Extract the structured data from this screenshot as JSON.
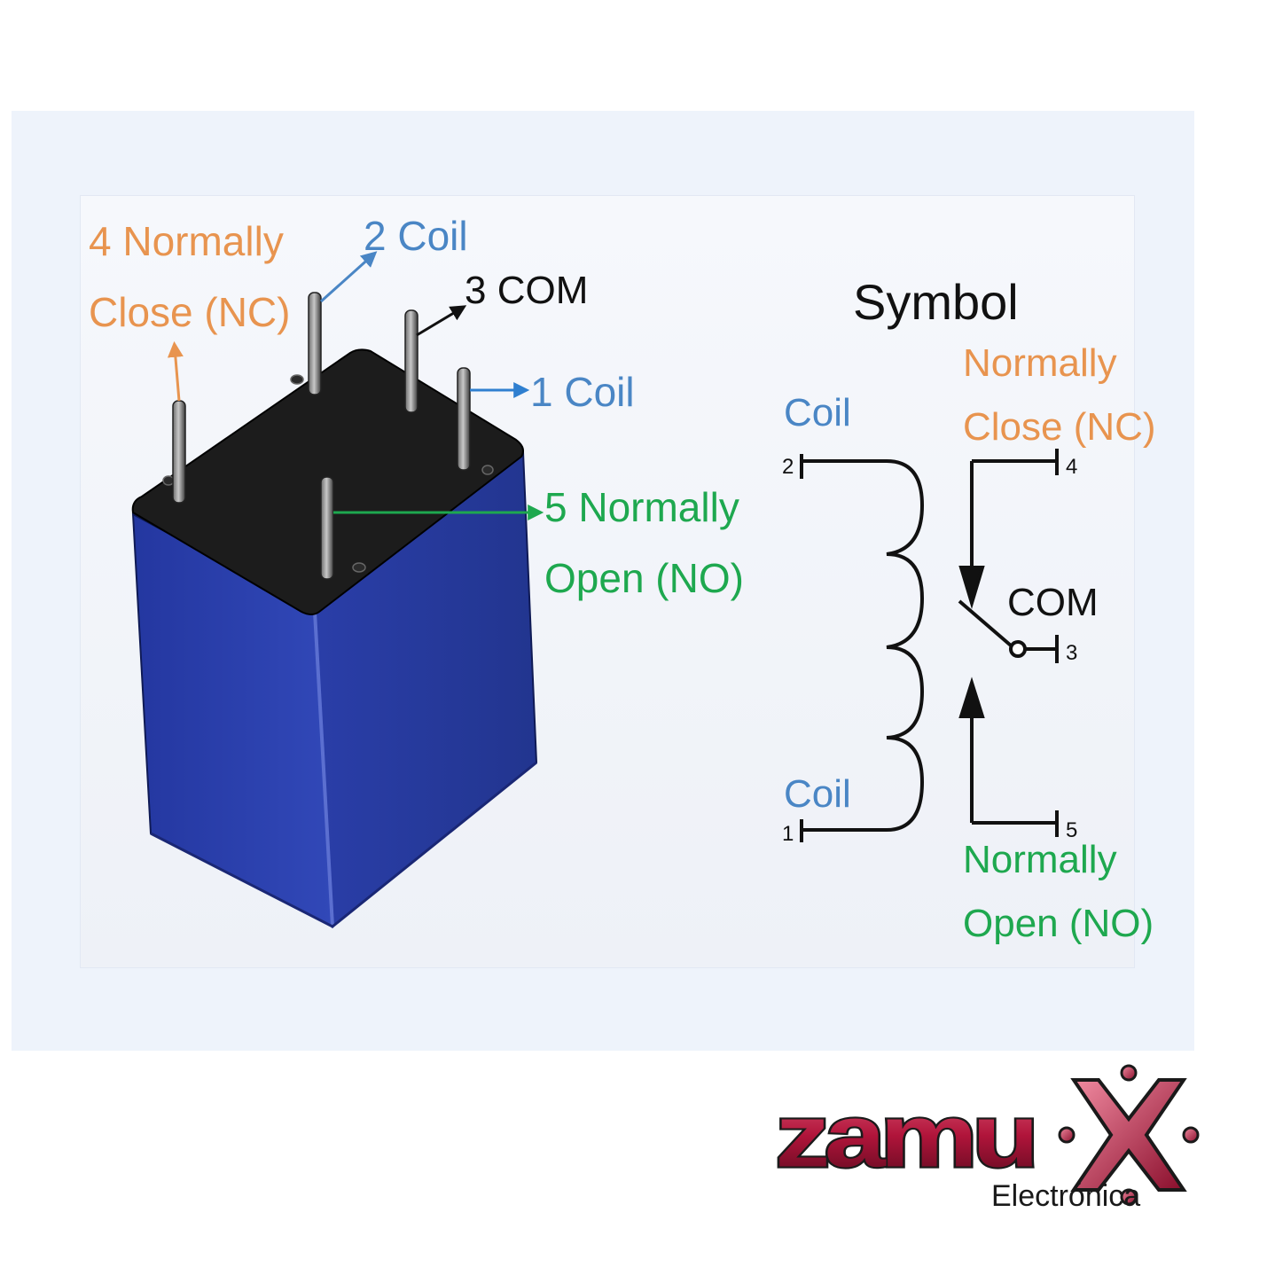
{
  "colors": {
    "nc": "#e8944f",
    "coil": "#4a86c5",
    "com": "#111111",
    "no": "#1ea84f",
    "relay_body": "#2b3fa6",
    "relay_top": "#1c1c1c",
    "logo_red": "#b0143a"
  },
  "relay": {
    "labels": {
      "nc_line1": "4 Normally",
      "nc_line2": "Close (NC)",
      "coil2": "2 Coil",
      "com3": "3 COM",
      "coil1": "1 Coil",
      "no_line1": "5 Normally",
      "no_line2": "Open (NO)"
    }
  },
  "symbol": {
    "title": "Symbol",
    "coil_top": "Coil",
    "coil_bottom": "Coil",
    "nc_line1": "Normally",
    "nc_line2": "Close (NC)",
    "com": "COM",
    "no_line1": "Normally",
    "no_line2": "Open (NO)",
    "pins": {
      "p1": "1",
      "p2": "2",
      "p3": "3",
      "p4": "4",
      "p5": "5"
    }
  },
  "logo": {
    "brand": "zamux",
    "subtitle": "Electrónica"
  }
}
